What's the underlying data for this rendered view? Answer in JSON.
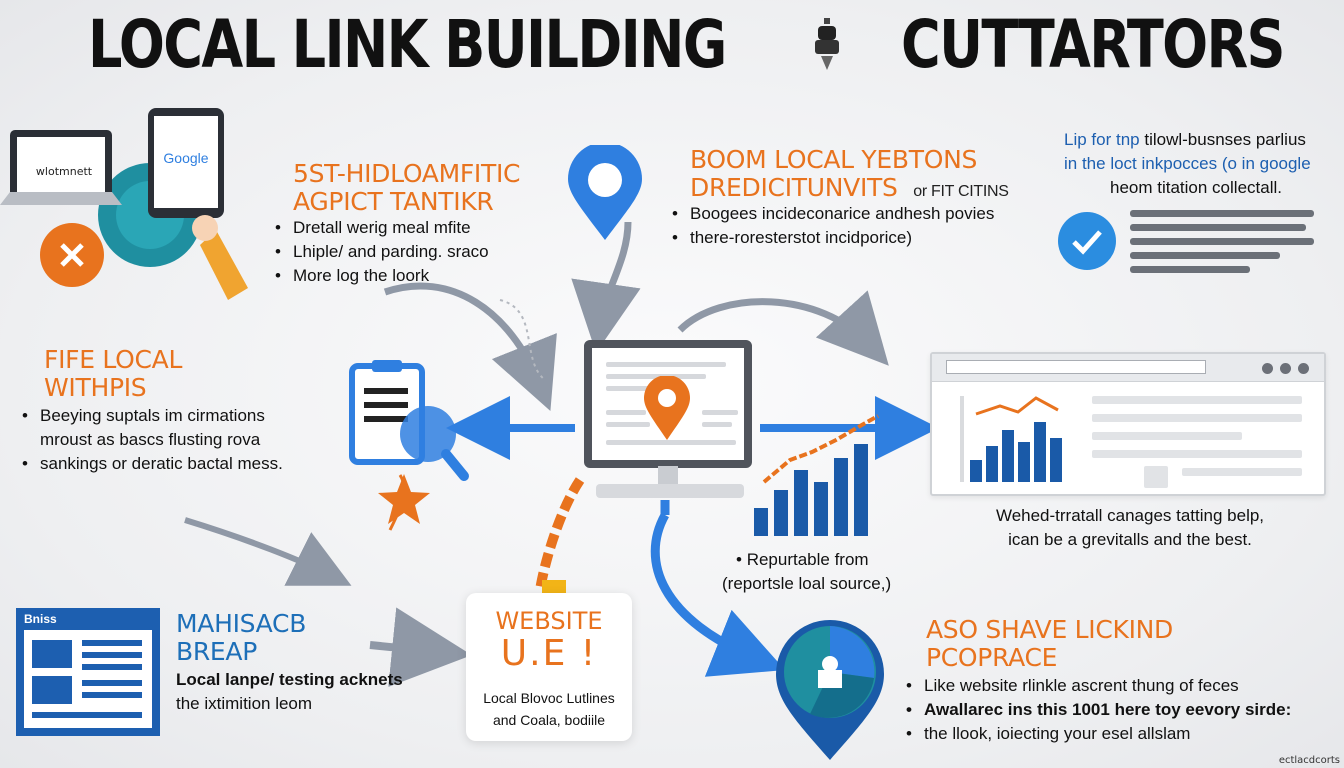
{
  "title": {
    "left": "LOCAL LINK BUILDING",
    "right": "CUTTARTORS"
  },
  "devices": {
    "laptop_logo": "wlotmnett",
    "tablet_logo": "Google"
  },
  "section_top_left": {
    "heading_line1": "5ST-HIDLOAMFITIC",
    "heading_line2": "AGPICT TANTIKR",
    "bullets": [
      "Dretall werig meal mfite",
      "Lhiple/ and parding. sraco",
      "More log the loork"
    ]
  },
  "section_top_center": {
    "heading_line1": "BOOM LOCAL YEBTONS",
    "heading_line2": "DREDICITUNVITS",
    "heading_aside": "or FIT CITINS",
    "bullets": [
      "Boogees incideconarice andhesh povies",
      "there-roresterstot incidporice)"
    ]
  },
  "section_top_right": {
    "line1": "Lip for tnp",
    "line1b": "tilowl-busnses parlius",
    "line2": "in the",
    "line2b": "loct inkpocces (o in google",
    "line3": "heom titation collectall."
  },
  "section_mid_left": {
    "heading_line1": "FIFE LOCAL",
    "heading_line2": "WITHPIS",
    "bullets": [
      "Beeying suptals im cirmations",
      "sankings or deratic bactal mess."
    ],
    "continuation": "mroust as bascs flusting rova"
  },
  "browser_caption": {
    "line1": "Wehed-trratall canages tatting belp,",
    "line2": "ican be a grevitalls and the best."
  },
  "chart_caption": {
    "bullet": "Repurtable from",
    "line2": "(reportsle loal source,)"
  },
  "section_bottom_left": {
    "panel_label": "Bniss",
    "heading_line1": "MAHISACB",
    "heading_line2": "BREAP",
    "line1": "Local lanpe/ testing acknets",
    "line2": "the ixtimition leom"
  },
  "website_card": {
    "title": "WEBSITE",
    "big": "U.E !",
    "line1": "Local Blovoc Lutlines",
    "line2": "and Coala, bodiile"
  },
  "section_bottom_right": {
    "heading_line1": "ASO SHAVE LICKIND",
    "heading_line2": "PCOPRACE",
    "bullets": [
      "Like website rlinkle ascrent thung of feces",
      "Awallarec ins this 1001 here toy eevory sirde:",
      "the llook, ioiecting your esel allslam"
    ]
  },
  "credit": "ectlacdcorts",
  "colors": {
    "orange": "#e8731e",
    "blue": "#2f7fe0",
    "dark_blue": "#1a5aa8",
    "teal": "#1f8fa0",
    "grey_arrow": "#8f98a6"
  }
}
